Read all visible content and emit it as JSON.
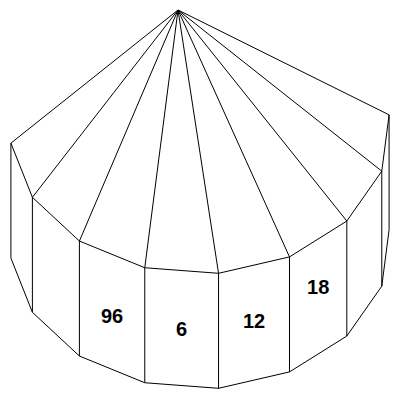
{
  "diagram": {
    "labels": [
      "96",
      "6",
      "12",
      "18"
    ]
  }
}
